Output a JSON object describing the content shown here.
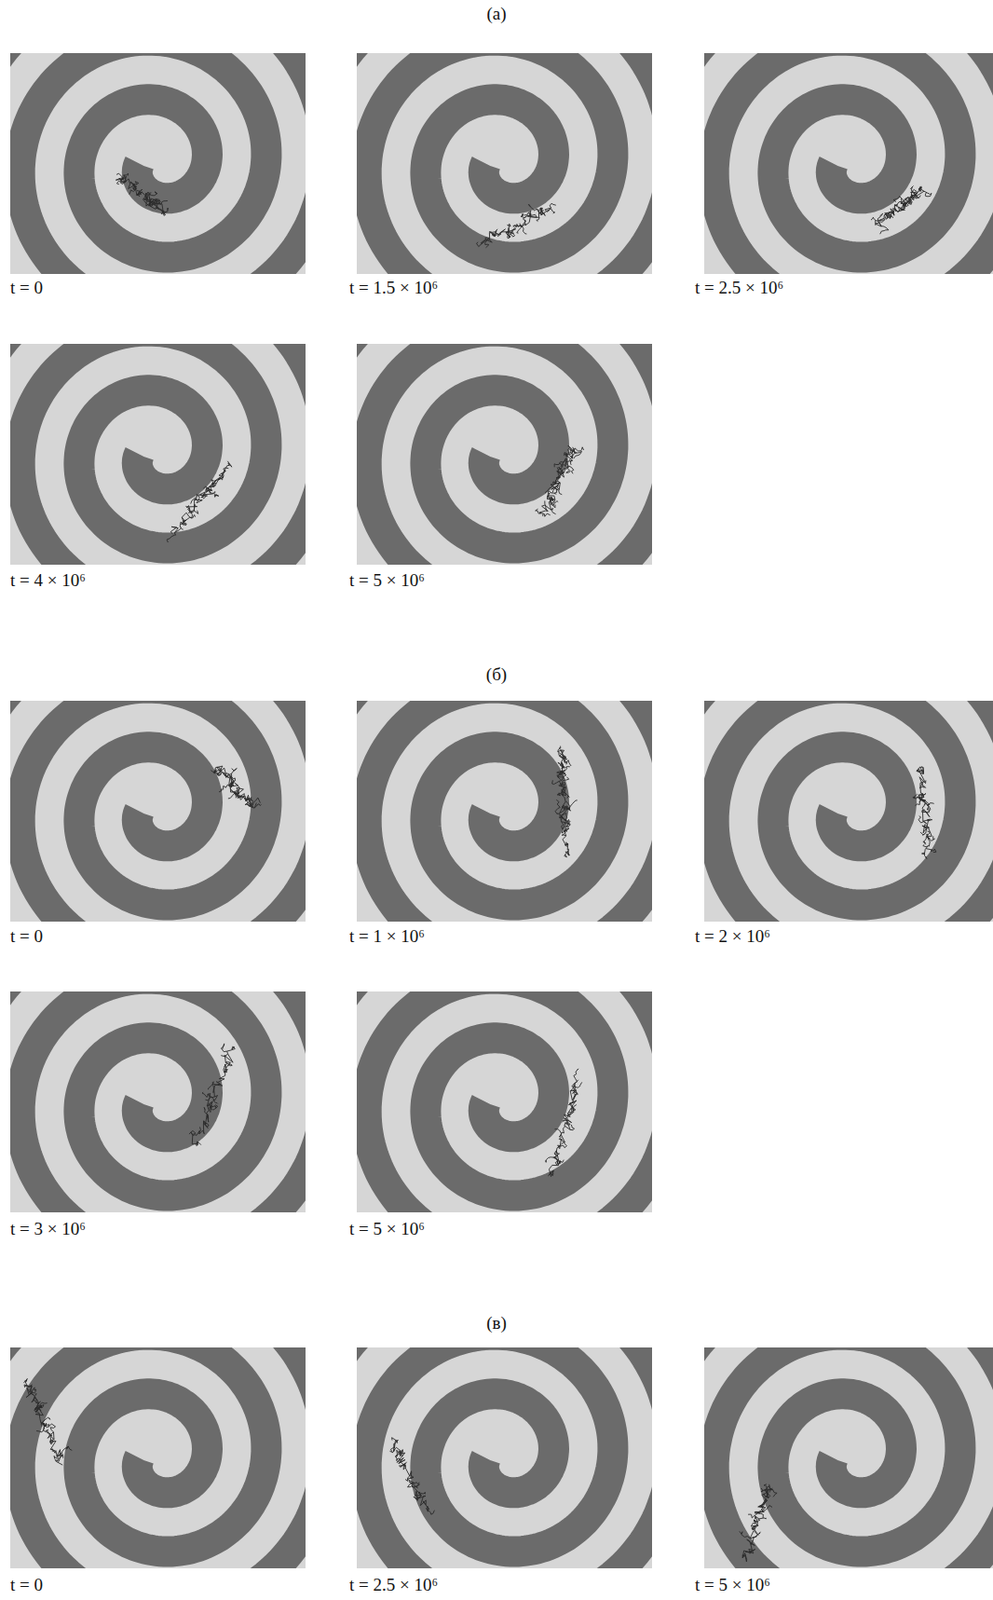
{
  "diagram": {
    "labels": [
      "(а)",
      "t = 0",
      "t = 1.5 × 10⁶",
      "t = 2.5 × 10⁶",
      "t = 4 × 10⁶",
      "t = 5 × 10⁶",
      "(б)",
      "t = 0",
      "t = 1 × 10⁶",
      "t = 2 × 10⁶",
      "t = 3 × 10⁶",
      "t = 5 × 10⁶",
      "(в)",
      "t = 0",
      "t = 2.5 × 10⁶",
      "t = 5 × 10⁶"
    ]
  }
}
